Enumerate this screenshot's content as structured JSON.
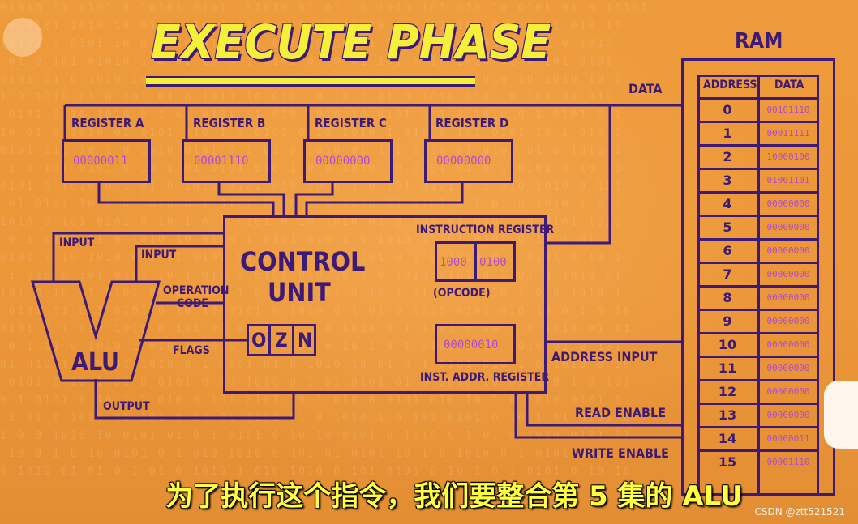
{
  "title": "EXECUTE PHASE",
  "registers": [
    {
      "label": "REGISTER A",
      "value": "00000011"
    },
    {
      "label": "REGISTER B",
      "value": "00001110"
    },
    {
      "label": "REGISTER C",
      "value": "00000000"
    },
    {
      "label": "REGISTER D",
      "value": "00000000"
    }
  ],
  "control_unit": {
    "label_line1": "CONTROL",
    "label_line2": "UNIT",
    "instruction_register": {
      "label": "INSTRUCTION REGISTER",
      "opcode": "1000",
      "address": "0100",
      "opcode_label": "(OPCODE)"
    },
    "flags": {
      "o": "O",
      "z": "Z",
      "n": "N"
    },
    "inst_addr_register": {
      "label": "INST. ADDR. REGISTER",
      "value": "00000010"
    }
  },
  "alu": {
    "label": "ALU",
    "input1": "INPUT",
    "input2": "INPUT",
    "operation_code": "OPERATION",
    "operation_code2": "CODE",
    "flags": "FLAGS",
    "output": "OUTPUT"
  },
  "bus_labels": {
    "data": "DATA",
    "address_input": "ADDRESS INPUT",
    "read_enable": "READ ENABLE",
    "write_enable": "WRITE ENABLE"
  },
  "ram": {
    "title": "RAM",
    "col_address": "ADDRESS",
    "col_data": "DATA",
    "rows": [
      {
        "address": "0",
        "data": "00101110"
      },
      {
        "address": "1",
        "data": "00011111"
      },
      {
        "address": "2",
        "data": "10000100"
      },
      {
        "address": "3",
        "data": "01001101"
      },
      {
        "address": "4",
        "data": "00000000"
      },
      {
        "address": "5",
        "data": "00000000"
      },
      {
        "address": "6",
        "data": "00000000"
      },
      {
        "address": "7",
        "data": "00000000"
      },
      {
        "address": "8",
        "data": "00000000"
      },
      {
        "address": "9",
        "data": "00000000"
      },
      {
        "address": "10",
        "data": "00000000"
      },
      {
        "address": "11",
        "data": "00000000"
      },
      {
        "address": "12",
        "data": "00000000"
      },
      {
        "address": "13",
        "data": "00000000"
      },
      {
        "address": "14",
        "data": "00000011"
      },
      {
        "address": "15",
        "data": "00001110"
      }
    ]
  },
  "subtitle": "为了执行这个指令，我们要整合第 5 集的 ALU",
  "watermark": "CSDN @ztt521521",
  "colors": {
    "background": "#ec9a3c",
    "line": "#3d1a78",
    "value": "#b04ad6",
    "title": "#f5ef3a",
    "subtitle": "#ffff44"
  }
}
